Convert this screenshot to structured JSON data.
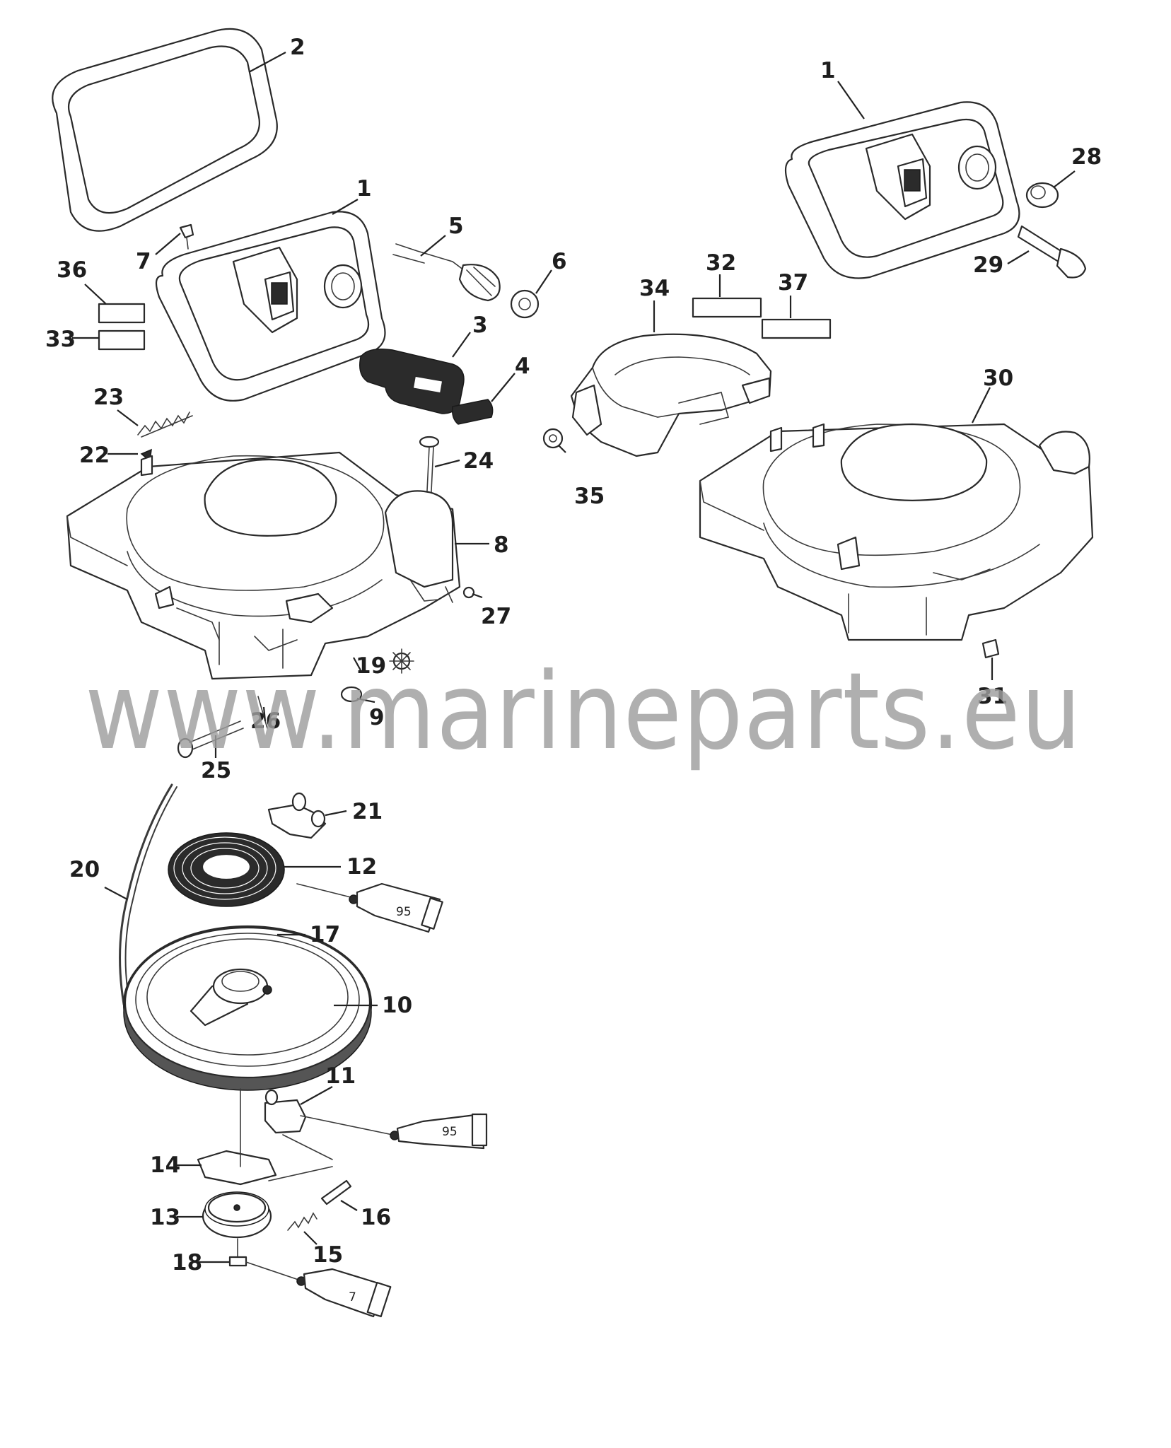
{
  "watermark": "www.marineparts.eu",
  "tube_labels": {
    "a": "95",
    "b": "95",
    "c": "7"
  },
  "labels": [
    {
      "id": "l2a",
      "text": "2"
    },
    {
      "id": "l1a",
      "text": "1"
    },
    {
      "id": "l7",
      "text": "7"
    },
    {
      "id": "l36",
      "text": "36"
    },
    {
      "id": "l33",
      "text": "33"
    },
    {
      "id": "l5",
      "text": "5"
    },
    {
      "id": "l6",
      "text": "6"
    },
    {
      "id": "l3",
      "text": "3"
    },
    {
      "id": "l4",
      "text": "4"
    },
    {
      "id": "l23",
      "text": "23"
    },
    {
      "id": "l22",
      "text": "22"
    },
    {
      "id": "l24",
      "text": "24"
    },
    {
      "id": "l8",
      "text": "8"
    },
    {
      "id": "l27",
      "text": "27"
    },
    {
      "id": "l19",
      "text": "19"
    },
    {
      "id": "l9",
      "text": "9"
    },
    {
      "id": "l25",
      "text": "25"
    },
    {
      "id": "l26",
      "text": "26"
    },
    {
      "id": "l1b",
      "text": "1"
    },
    {
      "id": "l28",
      "text": "28"
    },
    {
      "id": "l29",
      "text": "29"
    },
    {
      "id": "l32",
      "text": "32"
    },
    {
      "id": "l37",
      "text": "37"
    },
    {
      "id": "l34",
      "text": "34"
    },
    {
      "id": "l30",
      "text": "30"
    },
    {
      "id": "l35",
      "text": "35"
    },
    {
      "id": "l31",
      "text": "31"
    },
    {
      "id": "l21",
      "text": "21"
    },
    {
      "id": "l12",
      "text": "12"
    },
    {
      "id": "l20",
      "text": "20"
    },
    {
      "id": "l17",
      "text": "17"
    },
    {
      "id": "l10",
      "text": "10"
    },
    {
      "id": "l11",
      "text": "11"
    },
    {
      "id": "l14",
      "text": "14"
    },
    {
      "id": "l16",
      "text": "16"
    },
    {
      "id": "l13",
      "text": "13"
    },
    {
      "id": "l15",
      "text": "15"
    },
    {
      "id": "l18",
      "text": "18"
    }
  ]
}
